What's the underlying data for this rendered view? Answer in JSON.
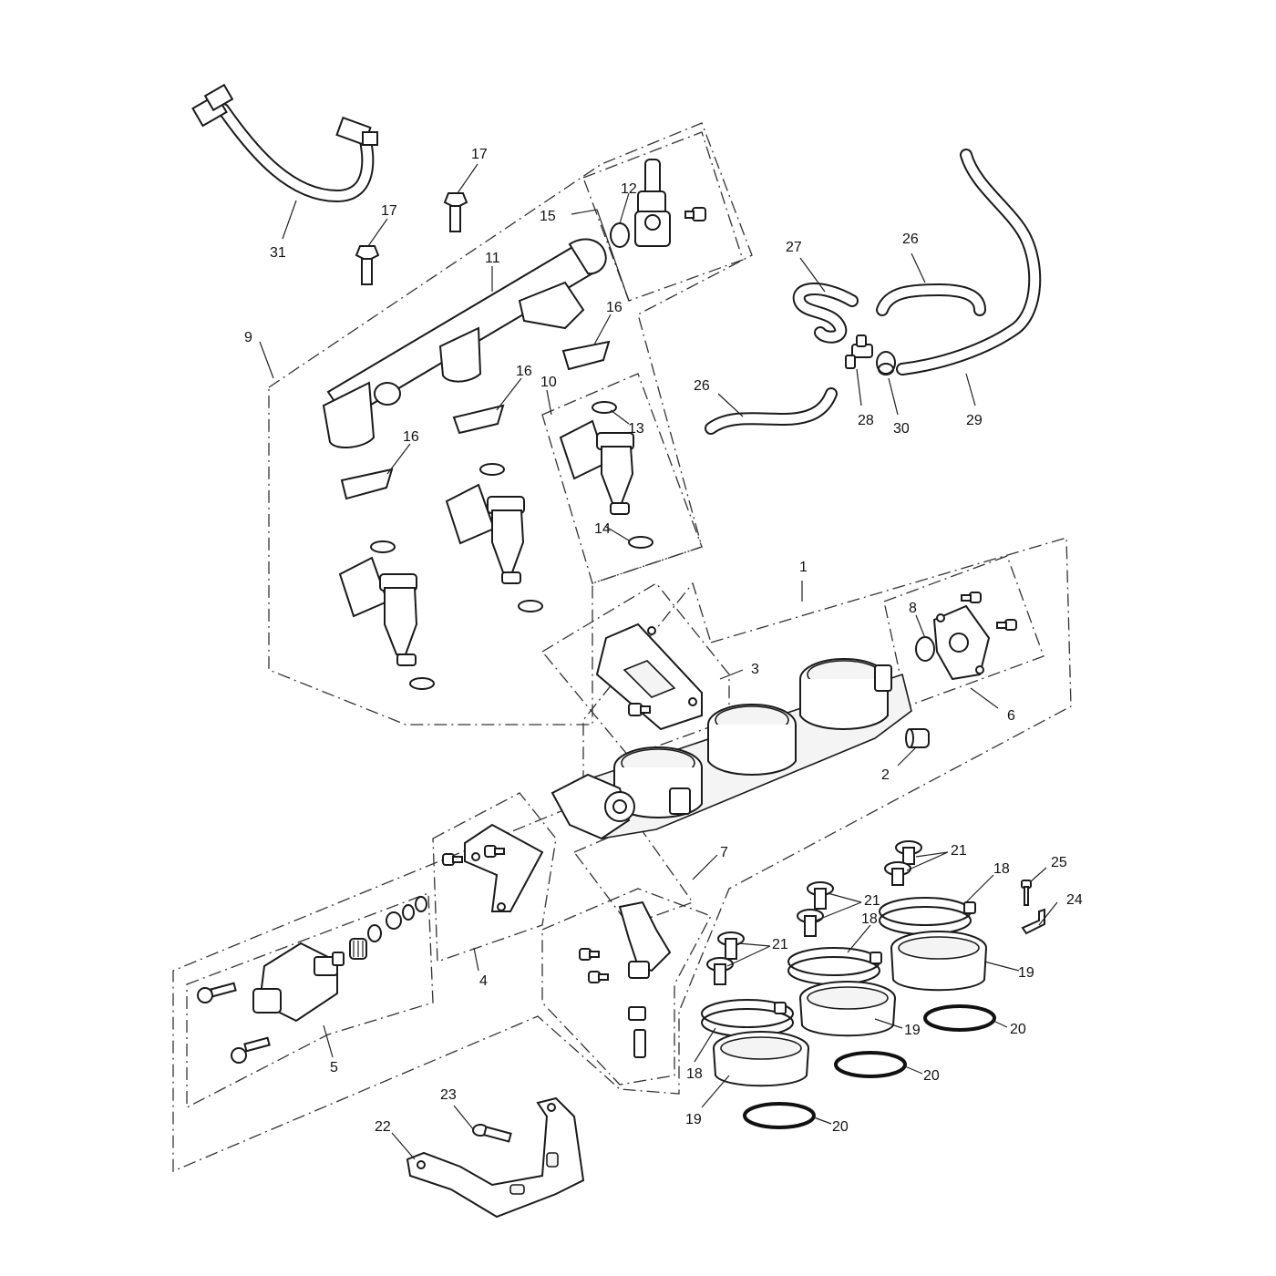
{
  "diagram": {
    "callouts": [
      {
        "id": "c1",
        "text": "1"
      },
      {
        "id": "c2",
        "text": "2"
      },
      {
        "id": "c3",
        "text": "3"
      },
      {
        "id": "c4",
        "text": "4"
      },
      {
        "id": "c5",
        "text": "5"
      },
      {
        "id": "c6",
        "text": "6"
      },
      {
        "id": "c7",
        "text": "7"
      },
      {
        "id": "c8",
        "text": "8"
      },
      {
        "id": "c9",
        "text": "9"
      },
      {
        "id": "c10",
        "text": "10"
      },
      {
        "id": "c11",
        "text": "11"
      },
      {
        "id": "c12",
        "text": "12"
      },
      {
        "id": "c13",
        "text": "13"
      },
      {
        "id": "c14",
        "text": "14"
      },
      {
        "id": "c15",
        "text": "15"
      },
      {
        "id": "c16a",
        "text": "16"
      },
      {
        "id": "c16b",
        "text": "16"
      },
      {
        "id": "c16c",
        "text": "16"
      },
      {
        "id": "c17a",
        "text": "17"
      },
      {
        "id": "c17b",
        "text": "17"
      },
      {
        "id": "c18a",
        "text": "18"
      },
      {
        "id": "c18b",
        "text": "18"
      },
      {
        "id": "c18c",
        "text": "18"
      },
      {
        "id": "c19a",
        "text": "19"
      },
      {
        "id": "c19b",
        "text": "19"
      },
      {
        "id": "c19c",
        "text": "19"
      },
      {
        "id": "c20a",
        "text": "20"
      },
      {
        "id": "c20b",
        "text": "20"
      },
      {
        "id": "c20c",
        "text": "20"
      },
      {
        "id": "c21a",
        "text": "21"
      },
      {
        "id": "c21b",
        "text": "21"
      },
      {
        "id": "c21c",
        "text": "21"
      },
      {
        "id": "c22",
        "text": "22"
      },
      {
        "id": "c23",
        "text": "23"
      },
      {
        "id": "c24",
        "text": "24"
      },
      {
        "id": "c25",
        "text": "25"
      },
      {
        "id": "c26a",
        "text": "26"
      },
      {
        "id": "c26b",
        "text": "26"
      },
      {
        "id": "c27",
        "text": "27"
      },
      {
        "id": "c28",
        "text": "28"
      },
      {
        "id": "c29",
        "text": "29"
      },
      {
        "id": "c30",
        "text": "30"
      },
      {
        "id": "c31",
        "text": "31"
      }
    ]
  }
}
